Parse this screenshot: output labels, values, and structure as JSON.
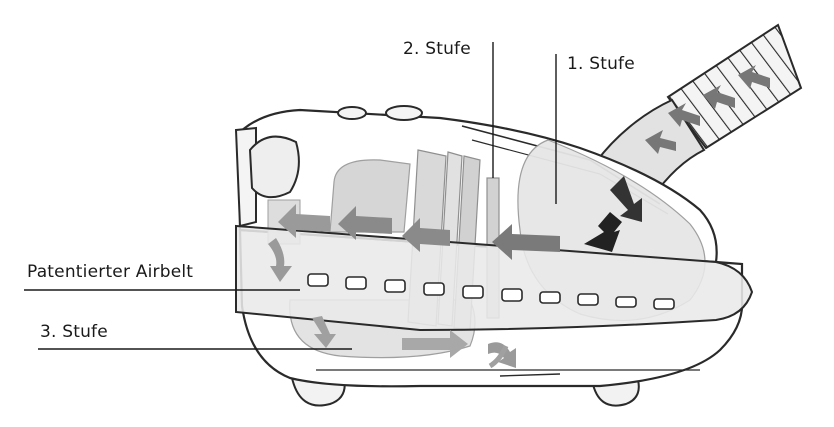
{
  "labels": {
    "stage2": "2. Stufe",
    "stage1": "1. Stufe",
    "airbelt": "Patentierter Airbelt",
    "stage3": "3. Stufe"
  },
  "colors": {
    "outline": "#2a2a2a",
    "fill_light": "#e6e6e6",
    "fill_mid": "#cfcfcf",
    "arrow_gray": "#8a8a8a",
    "arrow_dark": "#333333"
  },
  "icons": {
    "flow_arrow": "arrow-icon",
    "vent_slot": "vent-icon"
  }
}
